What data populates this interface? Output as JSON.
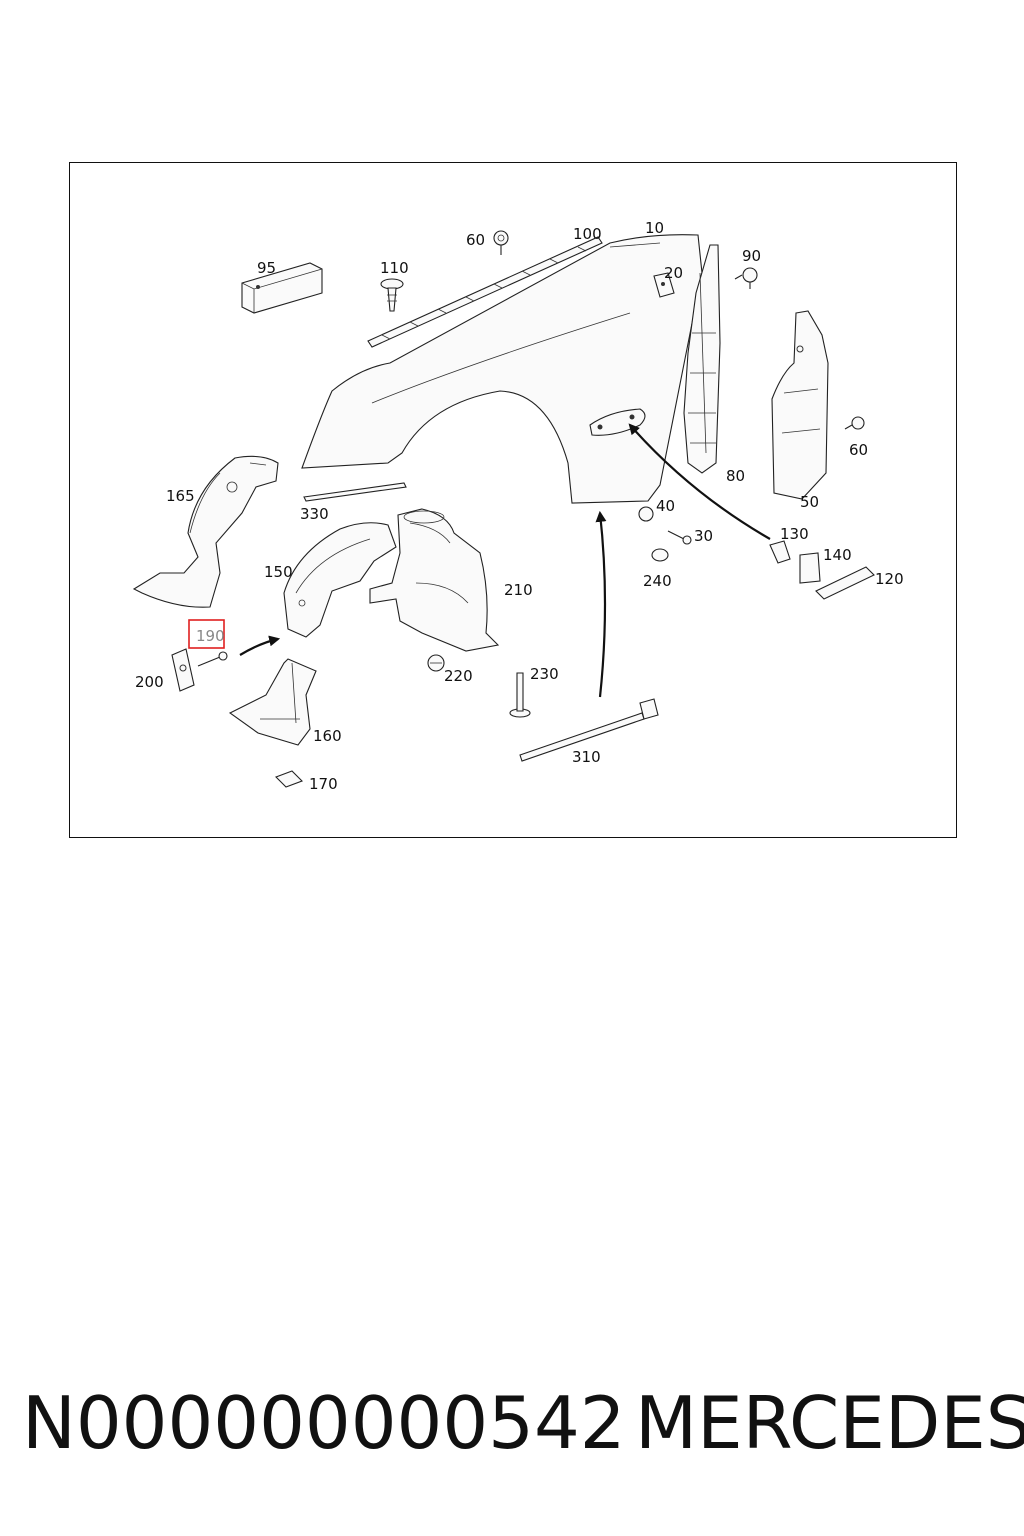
{
  "diagram": {
    "labels": {
      "p10": "10",
      "p20": "20",
      "p30": "30",
      "p40": "40",
      "p50": "50",
      "p60a": "60",
      "p60b": "60",
      "p80": "80",
      "p90": "90",
      "p95": "95",
      "p100": "100",
      "p110": "110",
      "p120": "120",
      "p130": "130",
      "p140": "140",
      "p150": "150",
      "p160": "160",
      "p165": "165",
      "p170": "170",
      "p190": "190",
      "p200": "200",
      "p210": "210",
      "p220": "220",
      "p230": "230",
      "p240": "240",
      "p310": "310",
      "p330": "330"
    },
    "highlighted_part": "190",
    "highlight_color": "#e02020"
  },
  "footer": {
    "part_number": "N000000000542",
    "brand": "MERCEDES"
  }
}
